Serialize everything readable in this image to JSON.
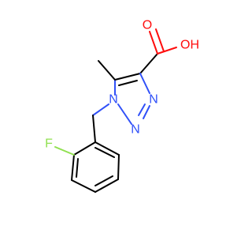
{
  "molecule": {
    "atoms": {
      "o_carbonyl": {
        "label": "O",
        "color": "#ff0d0d"
      },
      "o_hydroxyl": {
        "label": "OH",
        "color": "#ff0d0d"
      },
      "n1": {
        "label": "N",
        "color": "#3050f8"
      },
      "n2": {
        "label": "N",
        "color": "#3050f8"
      },
      "n3": {
        "label": "N",
        "color": "#3050f8"
      },
      "fluorine": {
        "label": "F",
        "color": "#90e050"
      }
    }
  }
}
